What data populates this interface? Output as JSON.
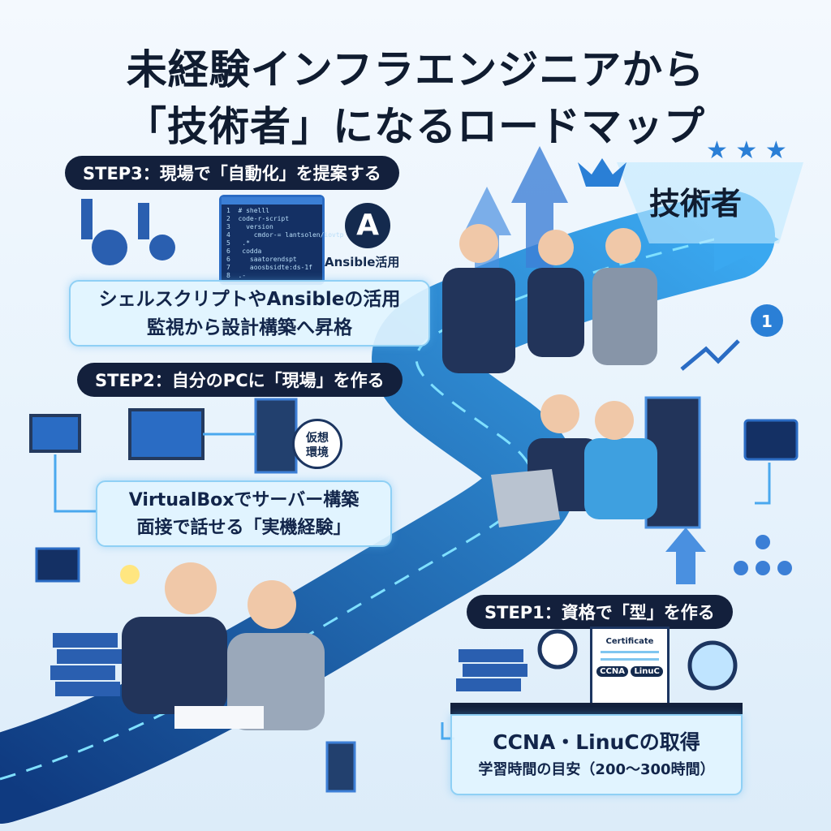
{
  "title": {
    "line1": "未経験インフラエンジニアから",
    "line2": "「技術者」になるロードマップ"
  },
  "goal": {
    "label": "技術者",
    "badge_number": "1"
  },
  "step3": {
    "label": "STEP3：現場で「自動化」を提案する",
    "line1": "シェルスクリプトやAnsibleの活用",
    "line2": "監視から設計構築へ昇格",
    "ansible_caption": "Ansible活用",
    "code_lines": [
      "1  # shelll",
      "2  code-r-script",
      "3    version",
      "4      cmdor-= lantsolen/iovtp",
      "5   .*",
      "6   codda",
      "6     saatorendspt",
      "7     aoosbsidte:ds-1f",
      "8  .-"
    ]
  },
  "step2": {
    "label": "STEP2：自分のPCに「現場」を作る",
    "line1": "VirtualBoxでサーバー構築",
    "line2": "面接で話せる「実機経験」",
    "vm_badge": "仮想環境"
  },
  "step1": {
    "label": "STEP1：資格で「型」を作る",
    "line1": "CCNA・LinuCの取得",
    "line2": "学習時間の目安（200〜300時間）",
    "certificate": {
      "heading": "Certificate",
      "badges": [
        "CCNA",
        "LinuC"
      ]
    }
  },
  "colors": {
    "road": "#1e5fb8",
    "glow": "#5fd0ff",
    "navy": "#13203c",
    "box_fill": "#e1f4ff"
  }
}
